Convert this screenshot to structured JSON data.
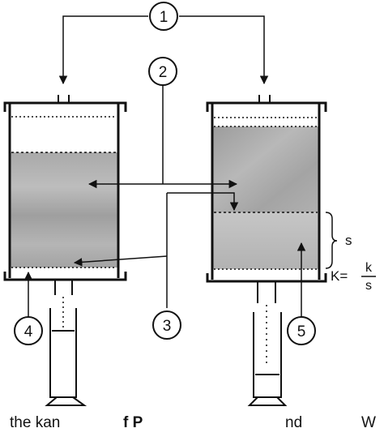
{
  "callouts": {
    "c1": "1",
    "c2": "2",
    "c3": "3",
    "c4": "4",
    "c5": "5"
  },
  "formula": {
    "s_label": "s",
    "k_prefix": "K=",
    "k_numerator": "k",
    "k_denominator": "s"
  },
  "caption": {
    "frag1": "the kan",
    "frag2": "f P",
    "frag3": "nd",
    "frag4": "W"
  }
}
